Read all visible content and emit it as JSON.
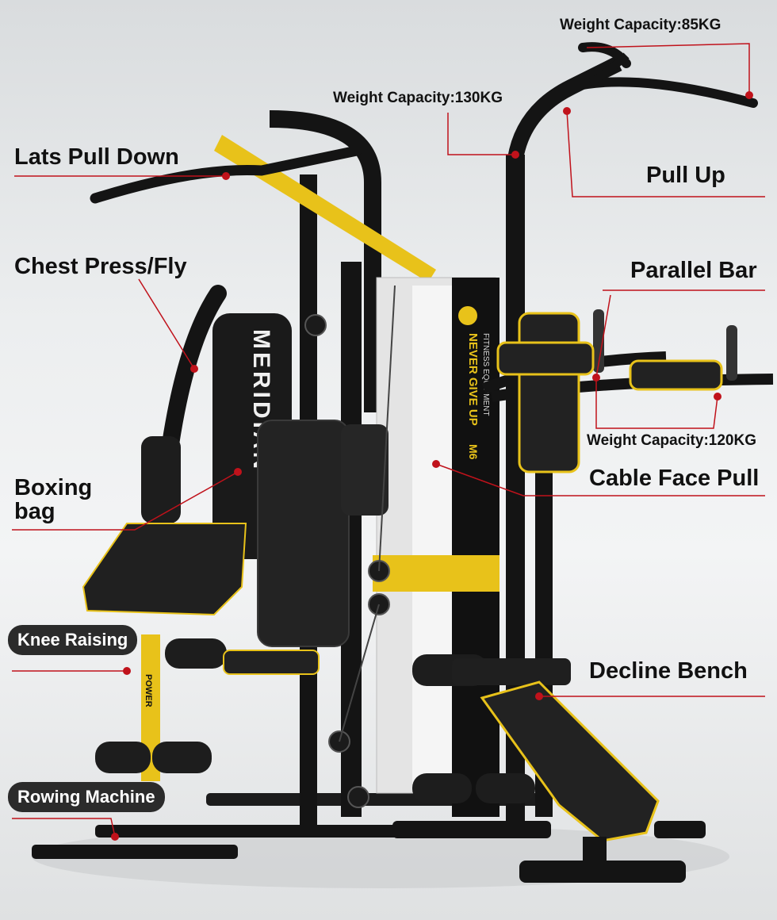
{
  "labels": {
    "weight_capacity_85": "Weight Capacity:85KG",
    "weight_capacity_130": "Weight Capacity:130KG",
    "weight_capacity_120": "Weight Capacity:120KG",
    "lats_pull_down": "Lats Pull Down",
    "pull_up": "Pull Up",
    "chest_press_fly": "Chest Press/Fly",
    "parallel_bar": "Parallel Bar",
    "boxing_bag": "Boxing bag",
    "cable_face_pull": "Cable Face Pull",
    "knee_raising": "Knee Raising",
    "decline_bench": "Decline Bench",
    "rowing_machine": "Rowing Machine"
  },
  "machine_text": {
    "bag_brand": "MERIDIAN",
    "tower_brand": "NEVER GIVE UP",
    "tower_sub": "FITNESS EQUIPMENT",
    "tower_model": "M6",
    "post_text": "POWER"
  },
  "colors": {
    "accent_yellow": "#e8c21a",
    "frame_black": "#141414",
    "pad_black": "#222222",
    "leader_red": "#c0121b",
    "label_text": "#111111",
    "pill_bg": "#2b2b2b"
  }
}
